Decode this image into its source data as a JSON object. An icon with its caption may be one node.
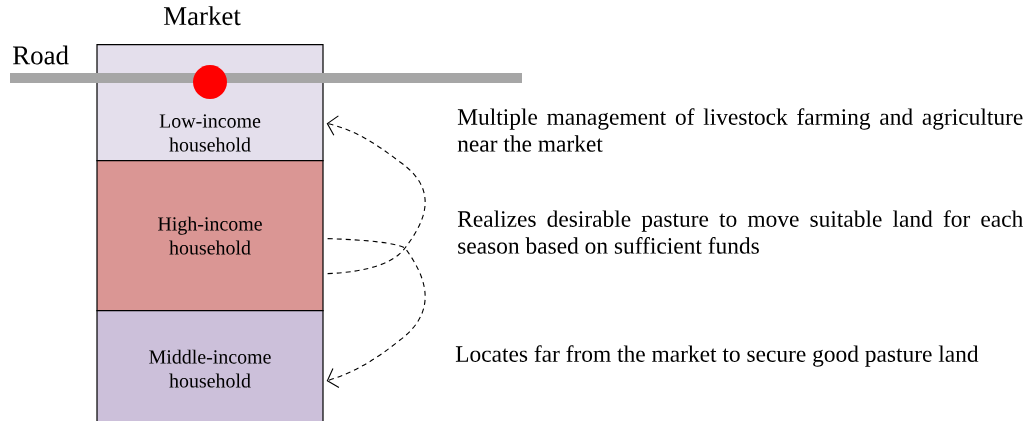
{
  "diagram": {
    "nodes": [
      {
        "text": [
          "Low-income household"
        ]
      },
      {
        "text": [
          "High-income household"
        ]
      },
      {
        "text": [
          "Middle-income household"
        ]
      }
    ],
    "edges": [
      {
        "from": 1,
        "to": 0,
        "arrow": "to",
        "style": "dashed"
      },
      {
        "from": 1,
        "to": 2,
        "arrow": "to",
        "style": "dashed"
      }
    ],
    "labels": [
      "Market",
      "Road",
      "Multiple management of livestock farming and agriculture near the market",
      "Realizes desirable pasture to move suitable land for each season based on sufficient funds",
      "Locates far from the market to secure good pasture land"
    ]
  }
}
